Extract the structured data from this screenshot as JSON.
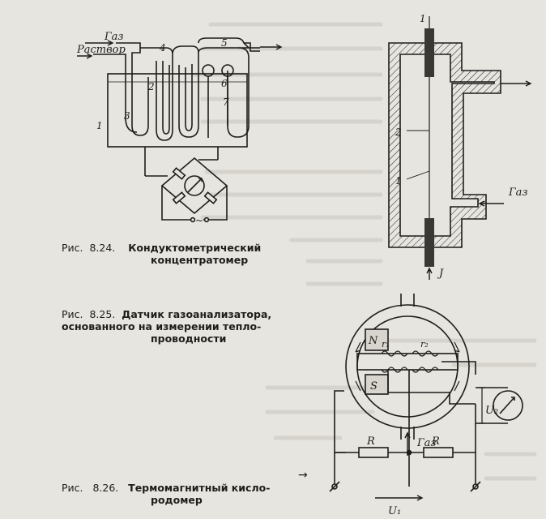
{
  "figures": {
    "fig824": {
      "caption_number": "Рис.",
      "caption_id": "8.24.",
      "caption_line1": "Кондуктометрический",
      "caption_line2": "концентратомер",
      "label_gas": "Газ",
      "label_solution": "Раствор",
      "part_numbers": [
        "1",
        "2",
        "3",
        "4",
        "5",
        "6",
        "7"
      ],
      "ac_symbol": "~"
    },
    "fig825": {
      "caption_number": "Рис.",
      "caption_id": "8.25.",
      "caption_line1": "Датчик газоанализатора,",
      "caption_line2": "основанного на измерении тепло-",
      "caption_line3": "проводности",
      "label_gas": "Газ",
      "label_current": "J",
      "part_numbers": [
        "1",
        "2",
        "1"
      ]
    },
    "fig826": {
      "caption_number": "Рис.",
      "caption_id": "8.26.",
      "caption_line1": "Термомагнитный кисло-",
      "caption_line2": "родомер",
      "label_gas": "Газ",
      "label_n": "N",
      "label_r1": "r₁",
      "label_r2": "r₂",
      "label_s": "S",
      "label_r": "R",
      "label_u1": "U₁",
      "label_u2": "U₂",
      "label_arrow": "→"
    }
  }
}
